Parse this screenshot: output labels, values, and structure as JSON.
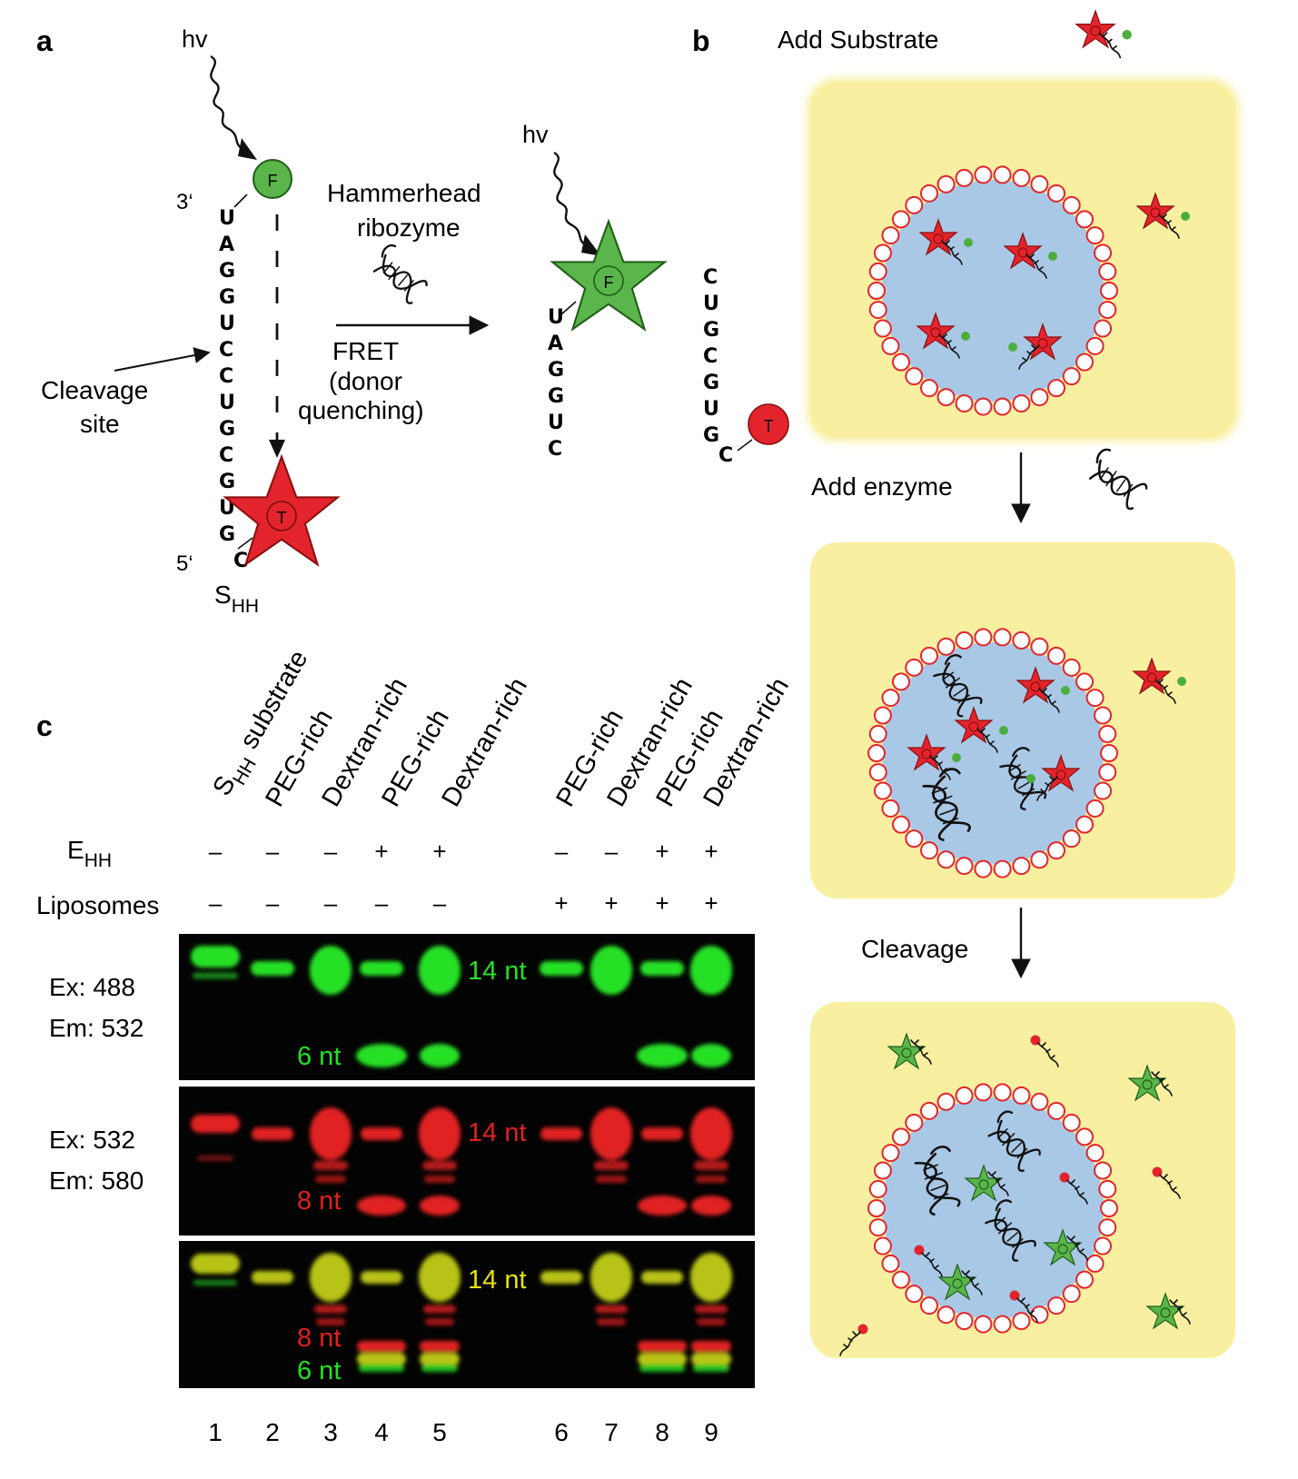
{
  "panel_a": {
    "letter": "a",
    "hv_left": "hv",
    "hv_right": "hv",
    "three_prime": "3‘",
    "five_prime": "5‘",
    "fluor_left": "F",
    "fluor_right": "F",
    "quencher_left": "T",
    "quencher_right": "T",
    "substrate_name": "S",
    "substrate_sub": "HH",
    "cleavage_l1": "Cleavage",
    "cleavage_l2": "site",
    "ribozyme_l1": "Hammerhead",
    "ribozyme_l2": "ribozyme",
    "fret_l1": "FRET",
    "fret_l2": "(donor",
    "fret_l3": "quenching)",
    "seq_left": [
      "U",
      "A",
      "G",
      "G",
      "U",
      "C",
      "C",
      "U",
      "G",
      "C",
      "G",
      "U",
      "G",
      "C"
    ],
    "seq_product_f": [
      "U",
      "A",
      "G",
      "G",
      "U",
      "C"
    ],
    "seq_product_t": [
      "C",
      "U",
      "G",
      "C",
      "G",
      "U",
      "G",
      "C"
    ]
  },
  "panel_b": {
    "letter": "b",
    "add_substrate": "Add Substrate",
    "add_enzyme": "Add enzyme",
    "cleavage": "Cleavage",
    "colors": {
      "outer": "#f8f0a0",
      "lumen": "#a9c8e6",
      "lipid": "#e4242c",
      "donor": "#5ab54a",
      "acceptor": "#e4242c"
    }
  },
  "panel_c": {
    "letter": "c",
    "lane_labels": [
      "S",
      "PEG-rich",
      "Dextran-rich",
      "PEG-rich",
      "Dextran-rich",
      "PEG-rich",
      "Dextran-rich",
      "PEG-rich",
      "Dextran-rich"
    ],
    "lane1_suffix": "substrate",
    "lane1_sub": "HH",
    "row_enzyme_label": "E",
    "row_enzyme_sub": "HH",
    "row_liposomes_label": "Liposomes",
    "enzyme_signs": [
      "–",
      "–",
      "–",
      "+",
      "+",
      "–",
      "–",
      "+",
      "+"
    ],
    "liposome_signs": [
      "–",
      "–",
      "–",
      "–",
      "–",
      "+",
      "+",
      "+",
      "+"
    ],
    "lane_numbers": [
      "1",
      "2",
      "3",
      "4",
      "5",
      "6",
      "7",
      "8",
      "9"
    ],
    "gel1_ex": "Ex: 488",
    "gel1_em": "Em: 532",
    "gel2_ex": "Ex: 532",
    "gel2_em": "Em: 580",
    "band_14nt": "14 nt",
    "band_6nt": "6 nt",
    "band_8nt": "8 nt",
    "colors": {
      "green": "#25e025",
      "red": "#e02020",
      "yellow": "#e8e010",
      "gel_bg": "#030303"
    }
  }
}
